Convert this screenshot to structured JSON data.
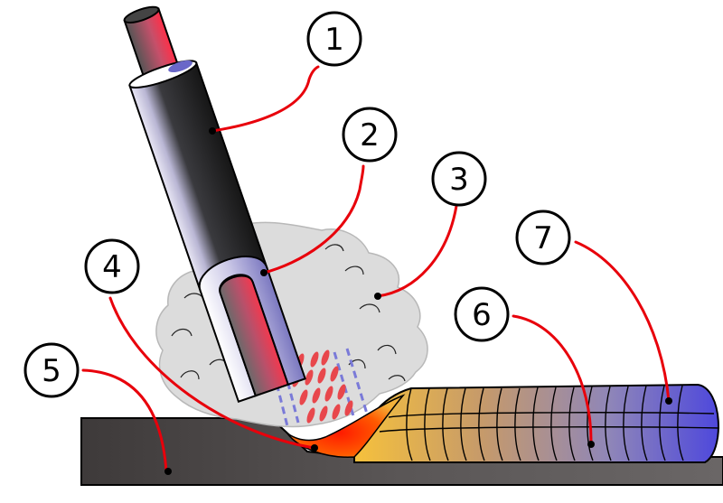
{
  "callouts": [
    {
      "label": "1"
    },
    {
      "label": "2"
    },
    {
      "label": "3"
    },
    {
      "label": "4"
    },
    {
      "label": "5"
    },
    {
      "label": "6"
    },
    {
      "label": "7"
    }
  ],
  "colors": {
    "callout_line": "#e8000b",
    "base_metal": "#4a4646",
    "electrode_coating": "#2b2b2b",
    "core_wire": "#e0405a",
    "gas_shield": "#dcdcdc",
    "weld_pool": "#ff3a00",
    "weld_bead_start": "#f2b23a",
    "weld_bead_end": "#5a56d8"
  }
}
